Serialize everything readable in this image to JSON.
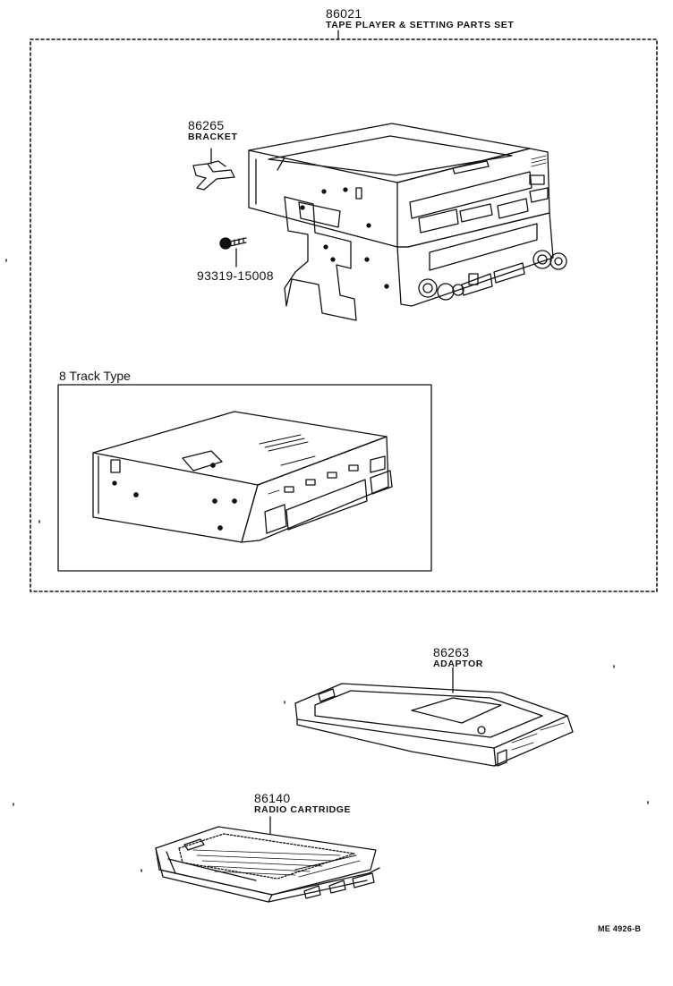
{
  "parts": {
    "set": {
      "number": "86021",
      "name": "TAPE PLAYER & SETTING PARTS SET"
    },
    "bracket": {
      "number": "86265",
      "name": "BRACKET"
    },
    "bolt": {
      "number": "93319-15008"
    },
    "adaptor": {
      "number": "86263",
      "name": "ADAPTOR"
    },
    "radio_cartridge": {
      "number": "86140",
      "name": "RADIO CARTRIDGE"
    }
  },
  "sections": {
    "eight_track": "8 Track Type"
  },
  "drawing_code": "ME 4926-B",
  "colors": {
    "ink": "#111111",
    "paper": "#ffffff"
  }
}
